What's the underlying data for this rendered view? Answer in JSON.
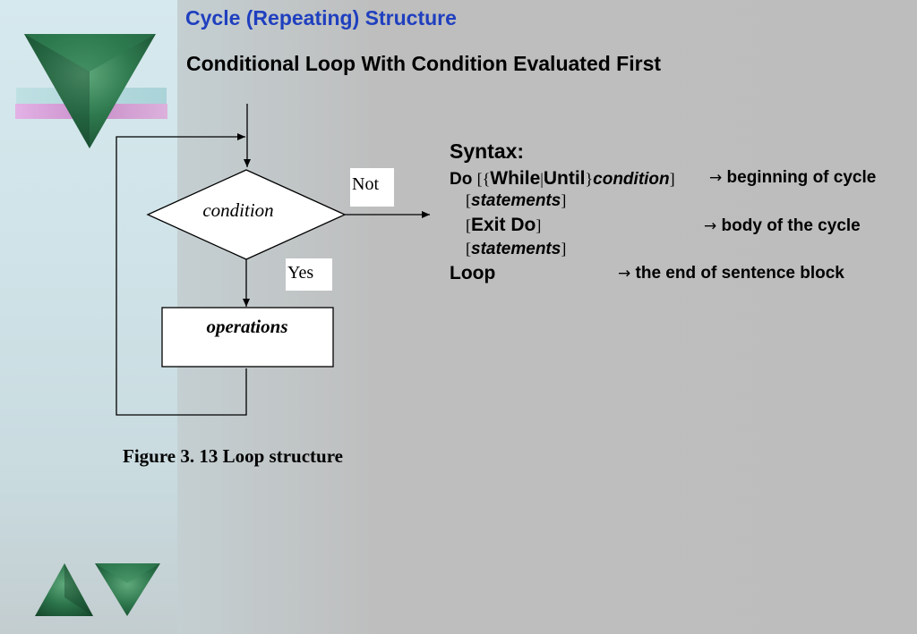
{
  "slide": {
    "title": "Cycle (Repeating) Structure",
    "subtitle": "Conditional Loop With Condition Evaluated First"
  },
  "flowchart": {
    "decision_label": "condition",
    "process_label": "operations",
    "branch_no_label": "Not",
    "branch_yes_label": "Yes",
    "caption": "Figure 3. 13 Loop structure"
  },
  "syntax": {
    "heading": "Syntax:",
    "line1": {
      "kw_do": "Do",
      "open_bracket": "[{",
      "kw_while": "While",
      "pipe": "|",
      "kw_until": "Until",
      "close_brace": "}",
      "condition": "condition",
      "close_bracket": "]",
      "arrow": "→",
      "note": "beginning of cycle"
    },
    "line2": {
      "open": "[",
      "text": "statements",
      "close": "]"
    },
    "line3": {
      "open": "[",
      "text": "Exit Do",
      "close": "]",
      "arrow": "→",
      "note": "body of the cycle"
    },
    "line4": {
      "open": "[",
      "text": "statements",
      "close": "]"
    },
    "line5": {
      "kw_loop": "Loop",
      "arrow": "→",
      "note": "the end of  sentence block"
    }
  },
  "colors": {
    "title": "#1f3fbf",
    "emerald_dark": "#1f5a3a",
    "emerald_light": "#3f8a5e",
    "pink_band": "#c98fc9"
  },
  "decorations": [
    "emerald-triangle-down-icon",
    "emerald-triangle-up-icon",
    "emerald-triangle-down-small-icon"
  ]
}
